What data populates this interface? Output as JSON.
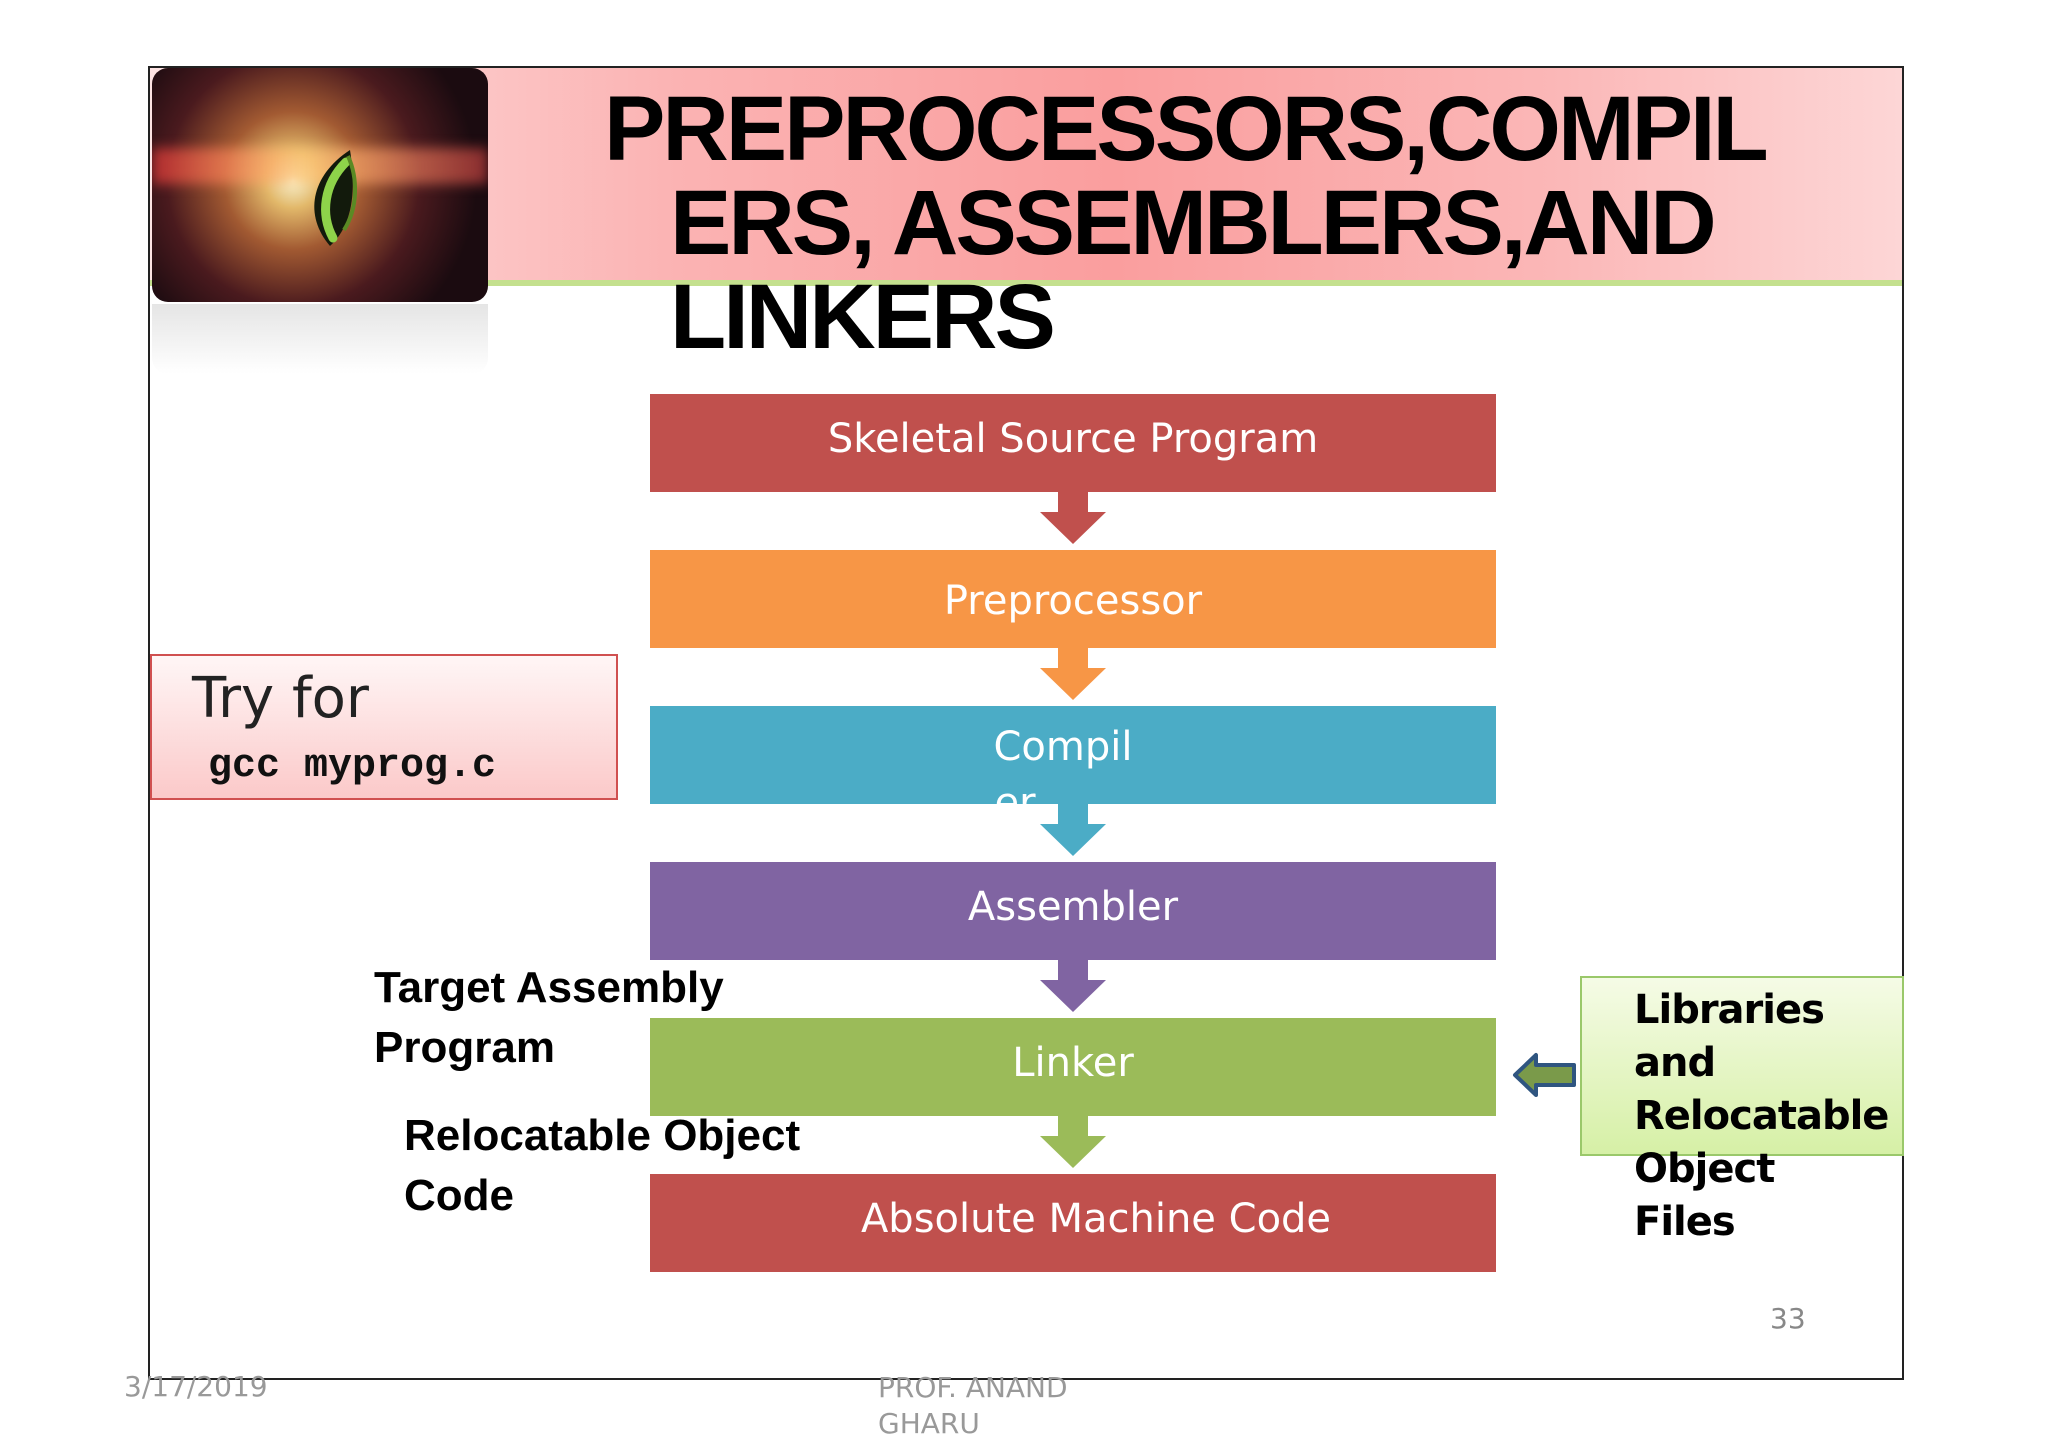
{
  "slide": {
    "title_lines": [
      "PREPROCESSORS,COMPIL",
      "ERS,  ASSEMBLERS,AND",
      "LINKERS"
    ],
    "logo_icon": "leaf-icon"
  },
  "flow": {
    "steps": [
      {
        "label": "Skeletal Source Program",
        "color": "#c0504d"
      },
      {
        "label": "Preprocessor",
        "color": "#f79646"
      },
      {
        "label": "Compil",
        "label_cont": "er",
        "color": "#4bacc6"
      },
      {
        "label": "Assembler",
        "color": "#8064a2"
      },
      {
        "label": "Linker",
        "color": "#9bbb59"
      },
      {
        "label": "Absolute Machine Code",
        "color": "#c0504d"
      }
    ]
  },
  "try_box": {
    "title": "Try for",
    "command": "gcc myprog.c"
  },
  "annotations": {
    "target_assembly": [
      "Target Assembly",
      "Program"
    ],
    "relocatable_object": [
      "Relocatable Object",
      "Code"
    ]
  },
  "libraries": {
    "lines": [
      "Libraries",
      "and",
      "Relocatable",
      "Object",
      "Files"
    ]
  },
  "footer": {
    "page_number": "33",
    "date": "3/17/2019",
    "author_line1": "PROF. ANAND",
    "author_line2": "GHARU"
  }
}
